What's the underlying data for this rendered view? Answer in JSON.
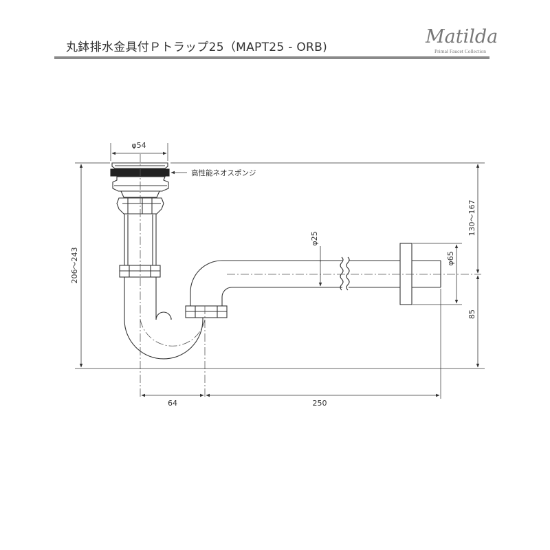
{
  "header": {
    "title": "丸鉢排水金具付Ｐトラップ25（MAPT25 - ORB)",
    "logo": "Matilda",
    "logo_tagline": "Primal Faucet Collection"
  },
  "labels": {
    "sponge": "高性能ネオスポンジ"
  },
  "dimensions": {
    "top_diameter": "φ54",
    "pipe_diameter": "φ25",
    "flange_diameter": "φ65",
    "total_height": "206～243",
    "right_height": "130～167",
    "outlet_height": "85",
    "trap_width": "64",
    "outlet_length": "250"
  },
  "colors": {
    "line": "#333333",
    "header_rule": "#8a8a8a",
    "logo": "#777777"
  }
}
